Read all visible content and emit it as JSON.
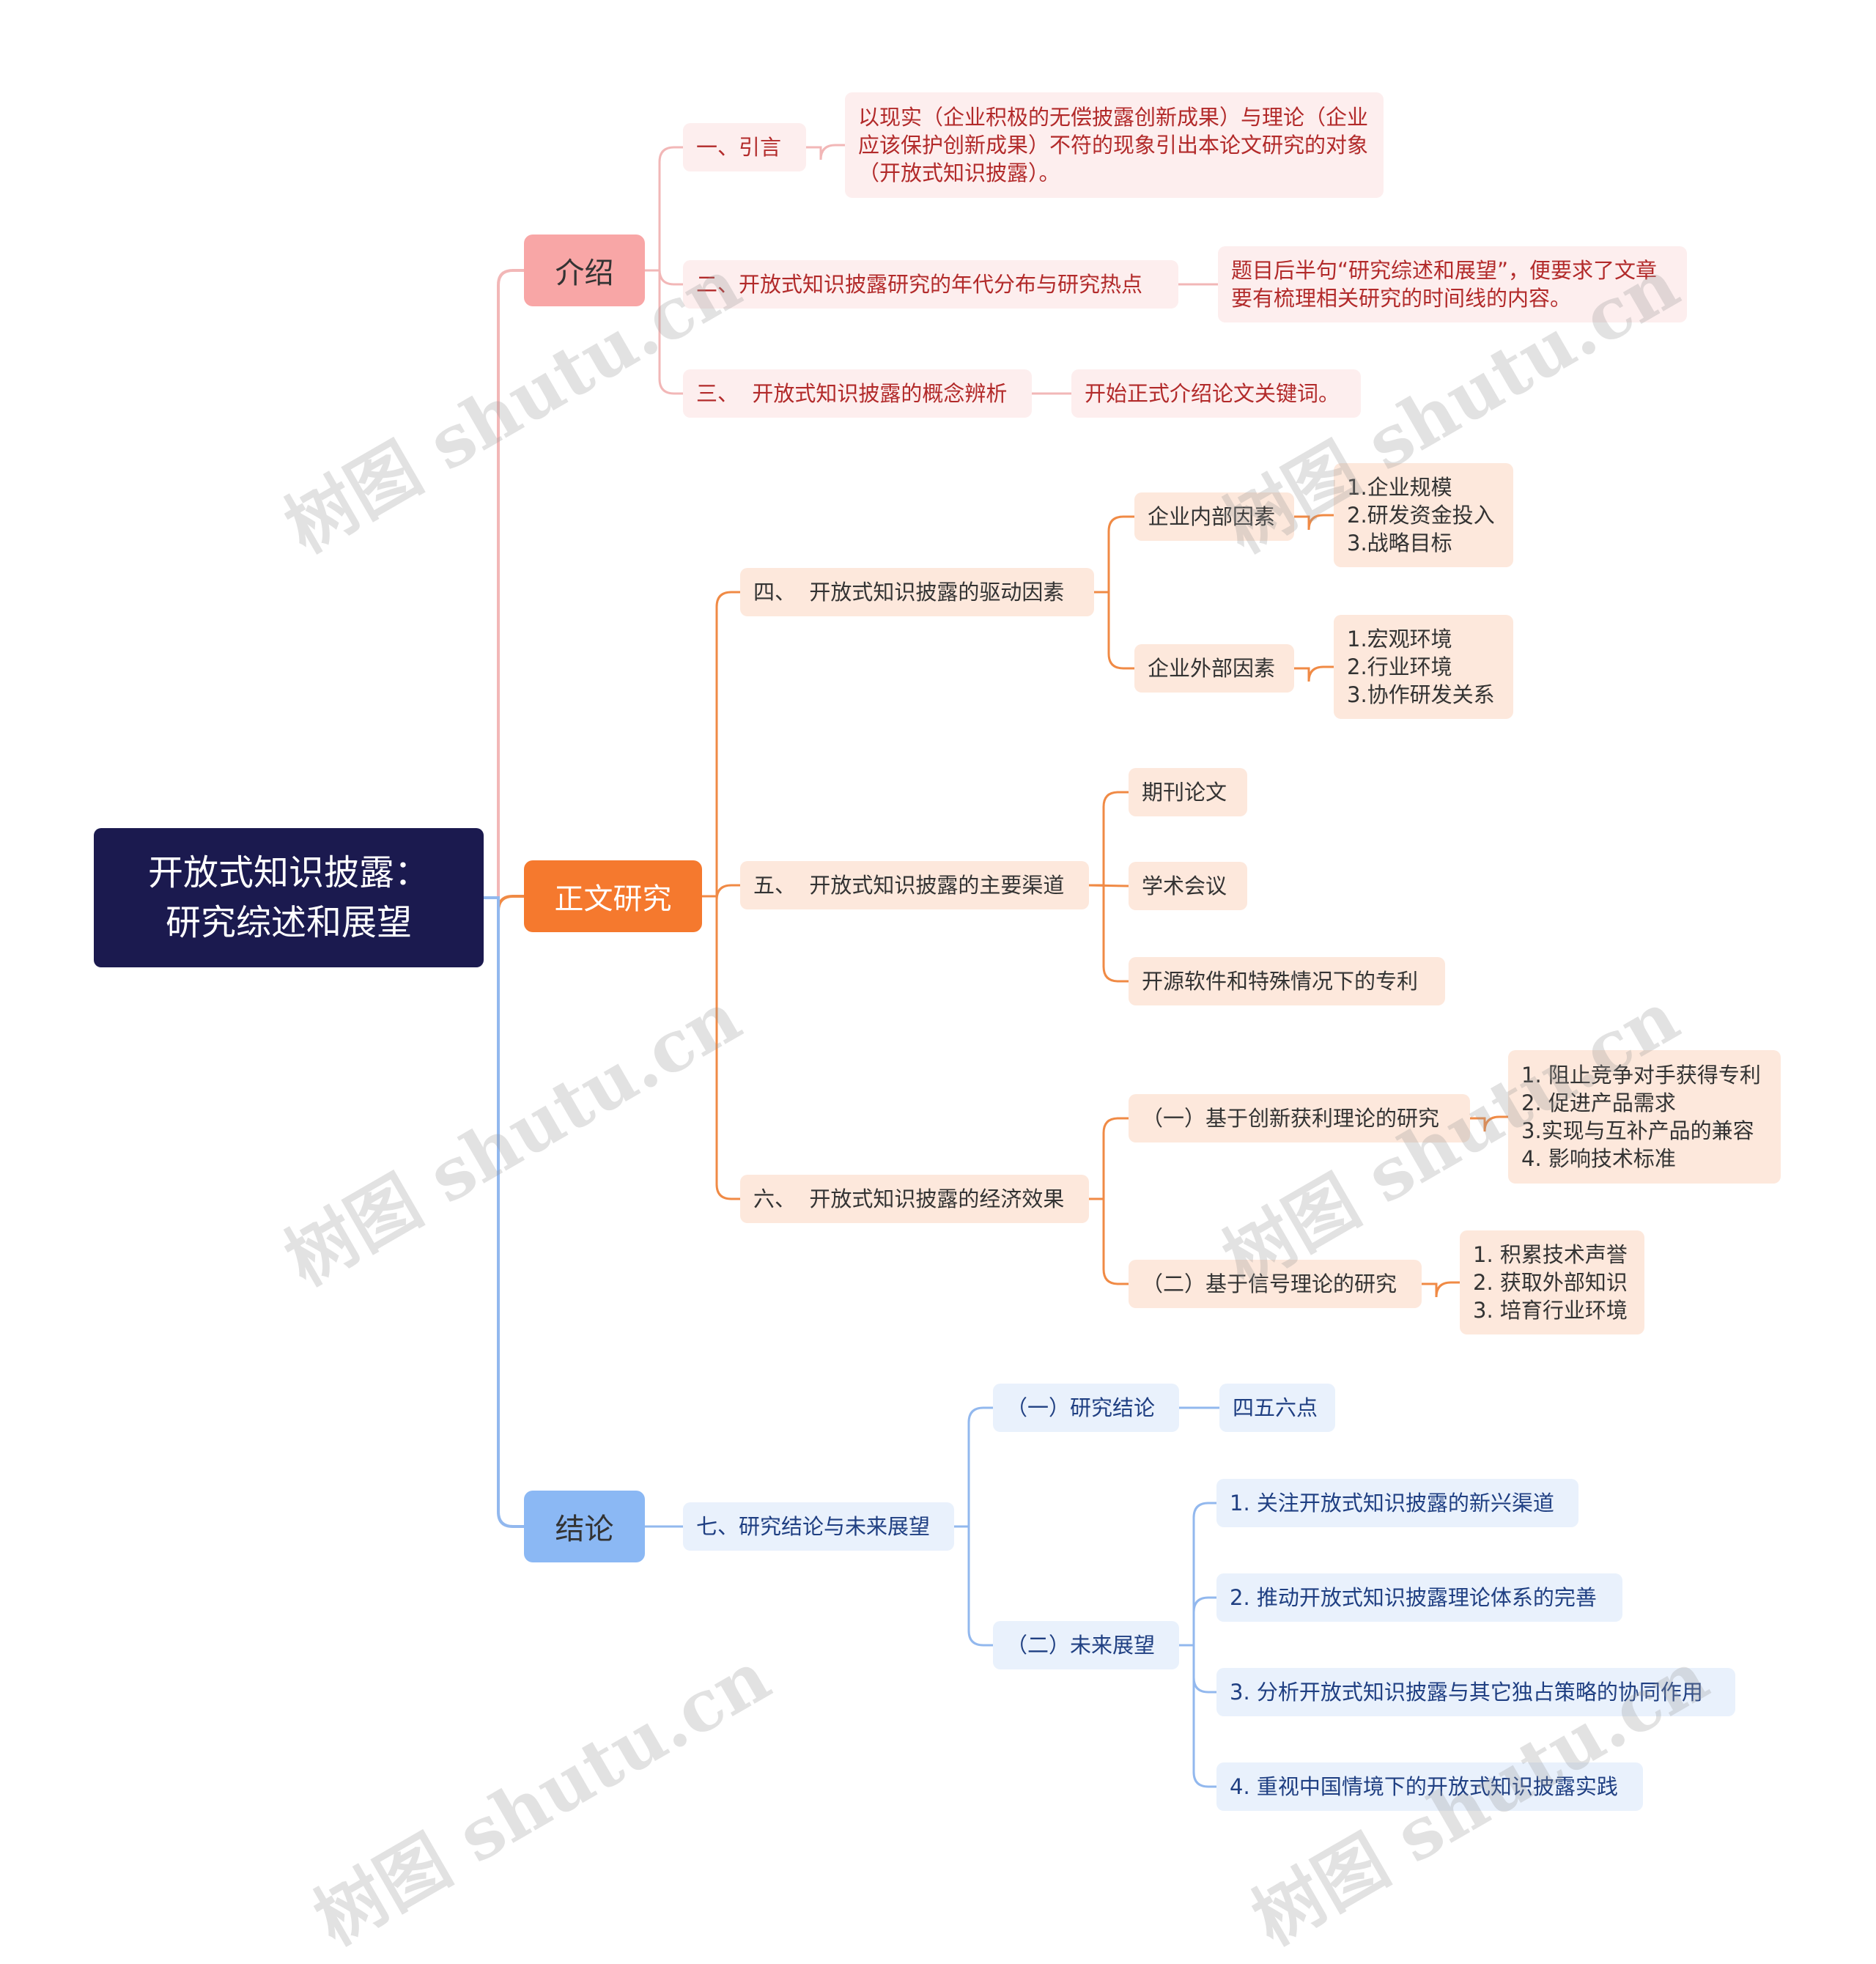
{
  "colors": {
    "root_bg": "#1b1a4f",
    "intro": "#f8a6a6",
    "intro_line": "#f2b7b7",
    "body": "#f5792e",
    "body_line": "#f08a45",
    "conclusion": "#8bb8f4",
    "conclusion_line": "#92b8ee",
    "conclusion_line_dark": "#3a6fb8"
  },
  "root": {
    "title": "开放式知识披露：\n研究综述和展望"
  },
  "intro": {
    "label": "介绍",
    "sec1": {
      "label": "一、引言",
      "note": "以现实（企业积极的无偿披露创新成果）与理论（企业应该保护创新成果）不符的现象引出本论文研究的对象（开放式知识披露）。"
    },
    "sec2": {
      "label": "二、开放式知识披露研究的年代分布与研究热点",
      "note": "题目后半句“研究综述和展望”，便要求了文章要有梳理相关研究的时间线的内容。"
    },
    "sec3": {
      "label": "三、  开放式知识披露的概念辨析",
      "note": "开始正式介绍论文关键词。"
    }
  },
  "body": {
    "label": "正文研究",
    "sec4": {
      "label": "四、  开放式知识披露的驱动因素",
      "internal": {
        "label": "企业内部因素",
        "items": "1.企业规模\n2.研发资金投入\n3.战略目标"
      },
      "external": {
        "label": "企业外部因素",
        "items": "1.宏观环境\n2.行业环境\n3.协作研发关系"
      }
    },
    "sec5": {
      "label": "五、  开放式知识披露的主要渠道",
      "ch1": "期刊论文",
      "ch2": "学术会议",
      "ch3": "开源软件和特殊情况下的专利"
    },
    "sec6": {
      "label": "六、  开放式知识披露的经济效果",
      "a": {
        "label": "（一）基于创新获利理论的研究",
        "items": "1. 阻止竞争对手获得专利\n2. 促进产品需求\n3.实现与互补产品的兼容\n4. 影响技术标准"
      },
      "b": {
        "label": "（二）基于信号理论的研究",
        "items": "1. 积累技术声誉\n2. 获取外部知识\n3. 培育行业环境"
      }
    }
  },
  "conclusion": {
    "label": "结论",
    "sec7": {
      "label": "七、研究结论与未来展望",
      "a": {
        "label": "（一）研究结论",
        "note": "四五六点"
      },
      "b": {
        "label": "（二）未来展望",
        "items": [
          "1. 关注开放式知识披露的新兴渠道",
          "2. 推动开放式知识披露理论体系的完善",
          "3. 分析开放式知识披露与其它独占策略的协同作用",
          "4. 重视中国情境下的开放式知识披露实践"
        ]
      }
    }
  },
  "watermark": "树图 shutu.cn"
}
